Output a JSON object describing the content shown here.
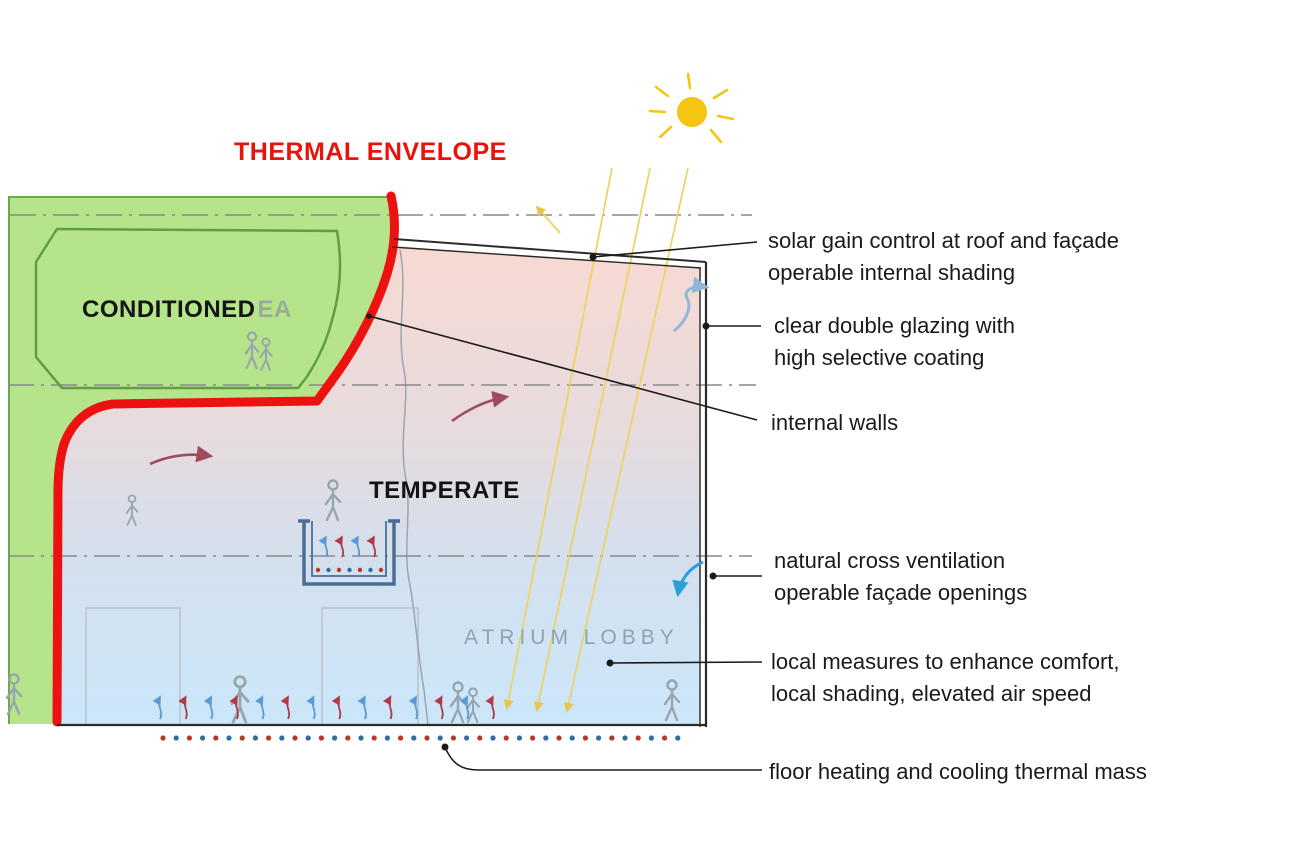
{
  "title": "THERMAL ENVELOPE",
  "zones": {
    "conditioned_label": "CONDITIONED",
    "conditioned_ghost": "EA",
    "temperate_label": "TEMPERATE",
    "atrium_label": "ATRIUM  LOBBY"
  },
  "annotations": [
    {
      "id": "solar-gain-control",
      "line1": "solar gain control at roof and façade",
      "line2": "operable internal shading"
    },
    {
      "id": "double-glazing",
      "line1": "clear double glazing with",
      "line2": "high selective coating"
    },
    {
      "id": "internal-walls",
      "line1": "internal walls"
    },
    {
      "id": "cross-ventilation",
      "line1": "natural cross ventilation",
      "line2": "operable façade openings"
    },
    {
      "id": "local-measures",
      "line1": "local measures to enhance comfort,",
      "line2": "local shading, elevated air speed"
    },
    {
      "id": "floor-heating",
      "line1": "floor heating and cooling thermal mass"
    }
  ],
  "icons": {
    "sun": "sun-icon",
    "warm_airflow": "warm-airflow-arrow",
    "exhaust_air": "exhaust-air-arrow",
    "intake_air": "intake-air-arrow",
    "solar_rays": "solar-ray-lines"
  },
  "colors": {
    "envelope_red": "#ee1111",
    "title_red": "#e8140c",
    "conditioned_green": "#b5e48b",
    "conditioned_outline": "#5f9e43",
    "temperate_warm_top": "#f8d9d2",
    "temperate_cool_bottom": "#cbe7fa",
    "sun_yellow": "#f4c513",
    "atrium_text": "#8fa2b8",
    "floor_dot_red": "#b23a26",
    "floor_dot_blue": "#2e6da4",
    "annotation_text": "#1a1a1a"
  }
}
